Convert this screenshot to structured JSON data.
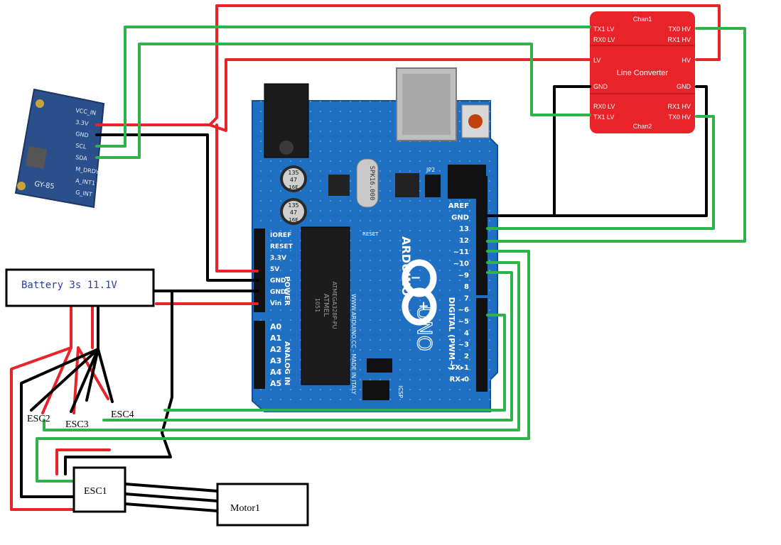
{
  "colors": {
    "wire_power": "#e8232a",
    "wire_ground": "#000000",
    "wire_signal": "#2db34a",
    "converter_fill": "#e8232a",
    "board_blue": "#1f6fc2",
    "sensor_blue": "#2b4f8a"
  },
  "sensor": {
    "name": "GY-85",
    "pins": [
      "VCC_IN",
      "3.3V",
      "GND",
      "SCL",
      "SDA",
      "M_DRDY",
      "A_INT1",
      "G_INT"
    ]
  },
  "converter": {
    "chan1": "Chan1",
    "chan2": "Chan2",
    "title": "Line Converter",
    "tx1_lv": "TX1 LV",
    "rx0_lv": "RX0 LV",
    "tx0_hv": "TX0 HV",
    "rx1_hv": "RX1 HV",
    "lv": "LV",
    "hv": "HV",
    "gnd_l": "GND",
    "gnd_r": "GND",
    "rx0_lv_2": "RX0 LV",
    "tx1_lv_2": "TX1 LV",
    "rx1_hv_2": "RX1 HV",
    "tx0_hv_2": "TX0 HV"
  },
  "arduino": {
    "brand": "ARDUINO",
    "model": "UNO",
    "website": "WWW.ARDUINO.CC - MADE IN ITALY",
    "chip_brand": "ATMEL",
    "chip_part": "ATMEGA328P-PU",
    "chip_code": "1051",
    "crystal": "SPK16.000",
    "cap1": "135\n47\n16E",
    "digital_label": "DIGITAL (PWM~)",
    "power_label": "POWER",
    "analog_label": "ANALOG IN",
    "reset_label": "RESET",
    "icsp_label": "ICSP",
    "jp2": "JP2",
    "power_pins": [
      "IOREF",
      "RESET",
      "3.3V",
      "5V",
      "GND",
      "GND",
      "Vin"
    ],
    "analog_pins": [
      "A0",
      "A1",
      "A2",
      "A3",
      "A4",
      "A5"
    ],
    "digital_pins": [
      "AREF",
      "GND",
      "13",
      "12",
      "~11",
      "~10",
      "~9",
      "8",
      "7",
      "~6",
      "~5",
      "4",
      "~3",
      "2",
      "TX▸1",
      "RX◂0"
    ]
  },
  "battery": {
    "label": "Battery 3s 11.1V"
  },
  "escs": {
    "esc1": "ESC1",
    "esc2": "ESC2",
    "esc3": "ESC3",
    "esc4": "ESC4"
  },
  "motor": {
    "label": "Motor1"
  }
}
